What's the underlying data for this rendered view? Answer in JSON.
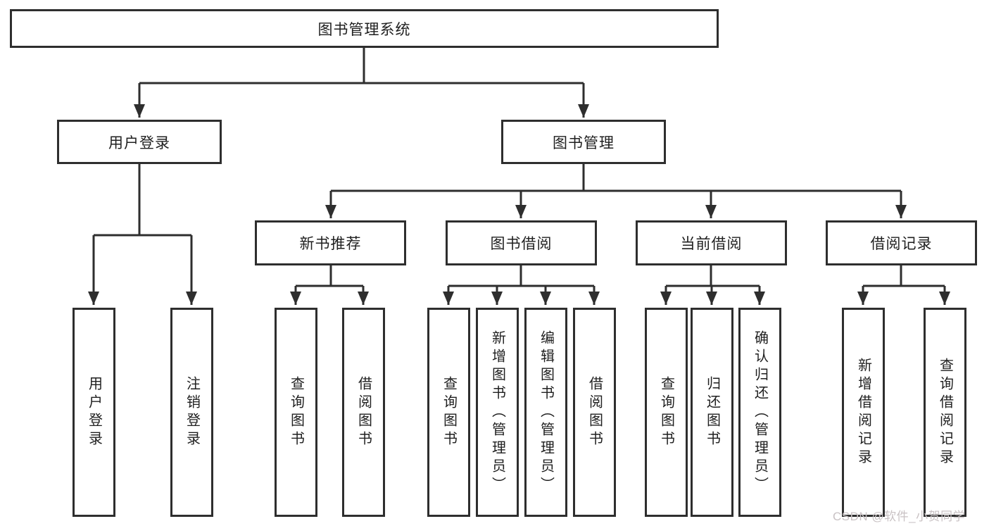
{
  "tree": {
    "root": {
      "label": "图书管理系统"
    },
    "branches": [
      {
        "label": "用户登录",
        "children": [
          {
            "label": "用户登录"
          },
          {
            "label": "注销登录"
          }
        ]
      },
      {
        "label": "图书管理",
        "children": [
          {
            "label": "新书推荐",
            "children": [
              {
                "label": "查询图书"
              },
              {
                "label": "借阅图书"
              }
            ]
          },
          {
            "label": "图书借阅",
            "children": [
              {
                "label": "查询图书"
              },
              {
                "label": "新增图书（管理员）"
              },
              {
                "label": "编辑图书（管理员）"
              },
              {
                "label": "借阅图书"
              }
            ]
          },
          {
            "label": "当前借阅",
            "children": [
              {
                "label": "查询图书"
              },
              {
                "label": "归还图书"
              },
              {
                "label": "确认归还（管理员）"
              }
            ]
          },
          {
            "label": "借阅记录",
            "children": [
              {
                "label": "新增借阅记录"
              },
              {
                "label": "查询借阅记录"
              }
            ]
          }
        ]
      }
    ]
  },
  "watermark": {
    "text": "CSDN @软件_小贺同学"
  },
  "colors": {
    "line": "#2e2e2e",
    "box_border": "#2e2e2e",
    "box_fill": "#ffffff",
    "label_text": "#1f1f1f",
    "watermark_text": "#c9c2c4",
    "background": "#ffffff"
  }
}
